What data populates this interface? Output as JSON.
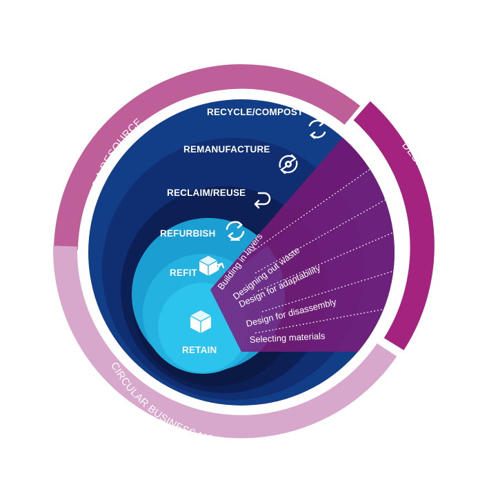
{
  "outer_rings": {
    "waste": "WASTE AS A RESOURCE",
    "design": "DESIGN PRINCIPLES",
    "business": "CIRCULAR BUSINESS MODELS"
  },
  "layers": {
    "recycle": "RECYCLE/COMPOST",
    "remanufacture": "REMANUFACTURE",
    "reclaim": "RECLAIM/REUSE",
    "refurbish": "REFURBISH",
    "refit": "REFIT",
    "retain": "RETAIN"
  },
  "principles": {
    "layers": "Building in layers",
    "waste": "Designing out waste",
    "adaptability": "Design for adaptability",
    "disassembly": "Design for disassembly",
    "materials": "Selecting materials"
  },
  "colors": {
    "waste_ring": "#bf5f99",
    "design_ring": "#a3237f",
    "business_ring": "#d7a8cb",
    "recycle": "#123e87",
    "remanufacture": "#0f2f72",
    "reclaim": "#0c2056",
    "refurbish": "#1b9ed2",
    "refit": "#24b2e1",
    "retain": "#2cc3ec",
    "wedge": "#7b1d7b"
  },
  "icons": [
    "recycle-arrows-icon",
    "gear-cycle-icon",
    "u-turn-arrow-icon",
    "refurbish-cycle-icon",
    "cube-arrow-icon",
    "cube-icon"
  ]
}
